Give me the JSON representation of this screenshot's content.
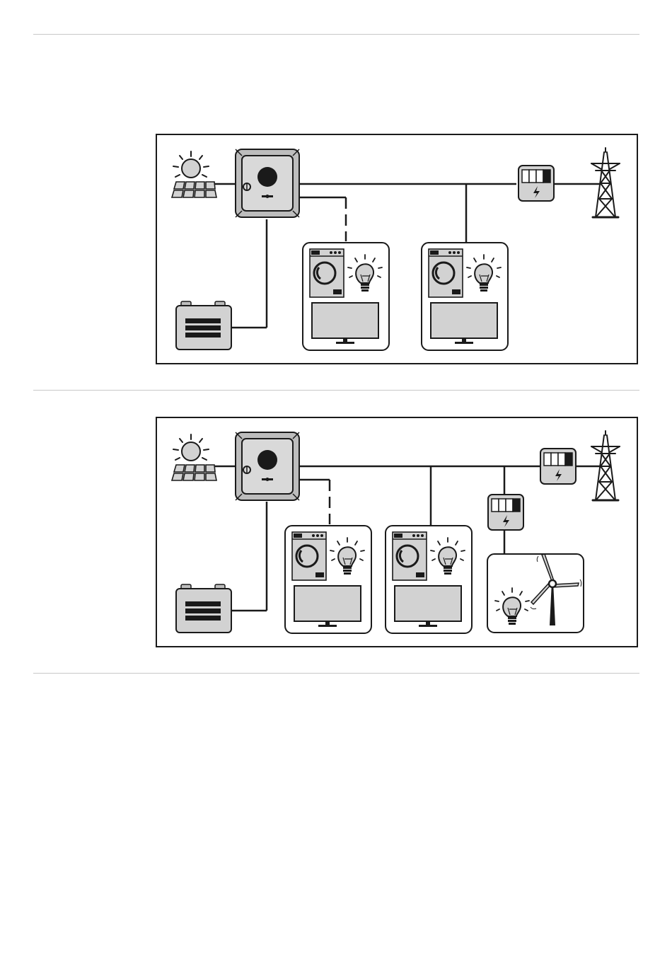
{
  "page": {
    "figures": [
      {
        "id": "figure-1",
        "description_visible_text": "",
        "components": [
          "sun-icon",
          "solar-panel-icon",
          "inverter-icon",
          "battery-icon",
          "household-1",
          "household-2",
          "energy-meter-icon",
          "power-pylon-icon"
        ],
        "connections": [
          "solid",
          "dashed",
          "solid",
          "solid",
          "solid"
        ]
      },
      {
        "id": "figure-2",
        "description_visible_text": "",
        "components": [
          "sun-icon",
          "solar-panel-icon",
          "inverter-icon",
          "battery-icon",
          "household-1",
          "household-2",
          "household-3-wind",
          "energy-meter-icon",
          "energy-meter-icon-2",
          "power-pylon-icon",
          "wind-turbine-icon"
        ],
        "connections": [
          "solid",
          "dashed",
          "solid",
          "solid",
          "solid",
          "solid"
        ]
      }
    ]
  },
  "colors": {
    "line": "#1a1a1a",
    "device_fill": "#d2d2d2",
    "device_dark": "#9a9a9a",
    "rule": "#c8c8c8"
  }
}
